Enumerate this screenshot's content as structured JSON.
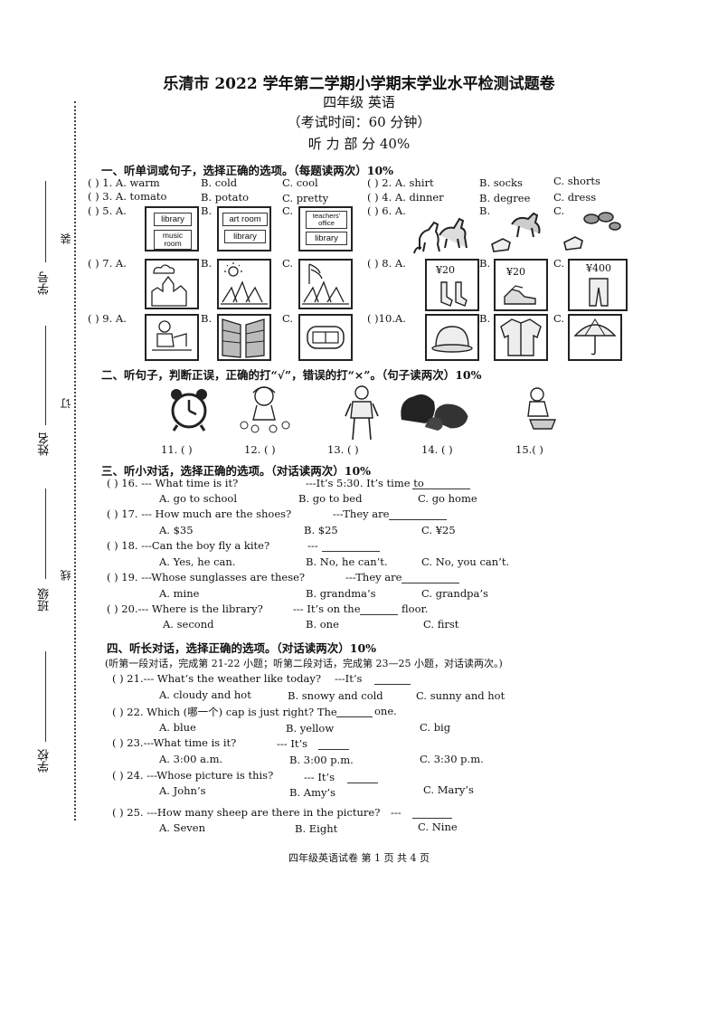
{
  "header": {
    "title": "乐清市 2022 学年第二学期小学期末学业水平检测试题卷",
    "grade": "四年级  英语",
    "time": "（考试时间：60 分钟）",
    "part": "听 力 部 分 40%"
  },
  "margin": {
    "xuehao": "学号",
    "zhuang": "装",
    "xingming": "姓名",
    "ding": "订",
    "banji": "班级",
    "xian": "线",
    "xuexiao": "学校"
  },
  "section1": {
    "heading": "一、听单词或句子，选择正确的选项。（每题读两次）10%",
    "q1": {
      "num": "(     ) 1. A. warm",
      "b": "B. cold",
      "c": "C. cool"
    },
    "q2": {
      "num": "(     ) 2. A. shirt",
      "b": "B. socks",
      "c": "C. shorts"
    },
    "q3": {
      "num": "(     ) 3. A. tomato",
      "b": "B. potato",
      "c": "C. pretty"
    },
    "q4": {
      "num": "(     ) 4. A. dinner",
      "b": "B. degree",
      "c": "C. dress"
    },
    "q5": {
      "num": "(     ) 5. A.",
      "b": "B.",
      "c": "C.",
      "a_top": "library",
      "a_bot": "music room",
      "b_top": "art room",
      "b_bot": "library",
      "c_top": "teachers' office",
      "c_bot": "library"
    },
    "q6": {
      "num": "(     ) 6. A.",
      "b": "B.",
      "c": "C."
    },
    "q7": {
      "num": "(     ) 7. A.",
      "b": "B.",
      "c": "C."
    },
    "q8": {
      "num": "(     ) 8. A.",
      "b": "B.",
      "c": "C.",
      "a_price": "¥20",
      "b_price": "¥20",
      "c_price": "¥400"
    },
    "q9": {
      "num": "(     ) 9. A.",
      "b": "B.",
      "c": "C."
    },
    "q10": {
      "num": "(     )10.A.",
      "b": "B.",
      "c": "C."
    }
  },
  "section2": {
    "heading": "二、听句子，判断正误，正确的打“√”，错误的打“×”。（句子读两次）10%",
    "items": [
      "11. (        )",
      "12. (        )",
      "13. (        )",
      "14. (        )",
      "15.(        )"
    ]
  },
  "section3": {
    "heading": "三、听小对话，选择正确的选项。（对话读两次）10%",
    "q16": {
      "q": "(     ) 16. --- What time is it?",
      "r": "---It’s 5:30. It’s time to",
      "a": "A.  go to school",
      "b": "B. go to bed",
      "c": "C. go home"
    },
    "q17": {
      "q": "(     ) 17. --- How much are the shoes?",
      "r": "---They are",
      "a": "A. $35",
      "b": "B. $25",
      "c": "C. ¥25"
    },
    "q18": {
      "q": "(     ) 18. ---Can the boy fly a kite?",
      "r": "---",
      "a": "A. Yes, he can.",
      "b": "B. No, he can’t.",
      "c": "C. No, you can’t."
    },
    "q19": {
      "q": "(     ) 19. ---Whose sunglasses are these?",
      "r": "---They are",
      "a": "A. mine",
      "b": "B. grandma’s",
      "c": "C. grandpa’s"
    },
    "q20": {
      "q": "(     ) 20.--- Where is the library?",
      "r": "--- It’s on the",
      "r2": "floor.",
      "a": "A.  second",
      "b": "B. one",
      "c": "C. first"
    }
  },
  "section4": {
    "heading": "四、听长对话，选择正确的选项。（对话读两次）10%",
    "note": "(听第一段对话，完成第 21-22 小题；听第二段对话，完成第 23—25 小题，对话读两次。)",
    "q21": {
      "q": "(     ) 21.--- What’s the weather like today?",
      "r": "---It’s",
      "a": "A. cloudy and hot",
      "b": "B. snowy and cold",
      "c": "C. sunny and hot"
    },
    "q22": {
      "q": "(     ) 22. Which (哪一个) cap is just right? The",
      "r": "one.",
      "a": "A. blue",
      "b": "B. yellow",
      "c": "C. big"
    },
    "q23": {
      "q": "(     ) 23.---What time is it?",
      "r": "--- It’s",
      "a": "A.  3:00 a.m.",
      "b": "B. 3:00 p.m.",
      "c": "C. 3:30 p.m."
    },
    "q24": {
      "q": "(     ) 24. ---Whose picture is this?",
      "r": "--- It’s",
      "a": "A.  John’s",
      "b": "B. Amy’s",
      "c": "C. Mary’s"
    },
    "q25": {
      "q": "(     ) 25. ---How many sheep are there in the picture?",
      "r": "---",
      "a": "A.  Seven",
      "b": "B. Eight",
      "c": "C. Nine"
    }
  },
  "footer": "四年级英语试卷    第 1 页 共 4 页"
}
